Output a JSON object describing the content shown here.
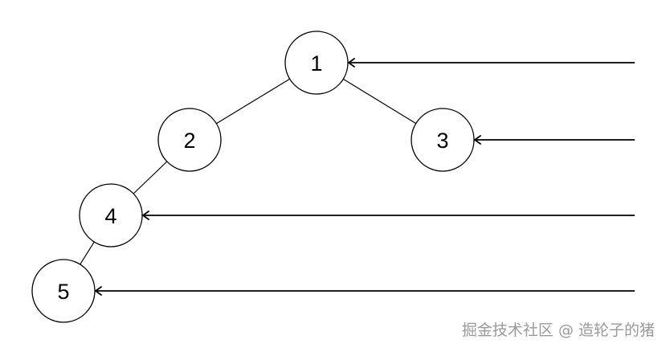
{
  "tree": {
    "nodes": [
      {
        "id": "1",
        "label": "1"
      },
      {
        "id": "2",
        "label": "2"
      },
      {
        "id": "3",
        "label": "3"
      },
      {
        "id": "4",
        "label": "4"
      },
      {
        "id": "5",
        "label": "5"
      }
    ],
    "edges": [
      {
        "from": "1",
        "to": "2"
      },
      {
        "from": "1",
        "to": "3"
      },
      {
        "from": "2",
        "to": "4"
      },
      {
        "from": "4",
        "to": "5"
      }
    ],
    "level_pointers": [
      {
        "level": 1,
        "points_to": "1"
      },
      {
        "level": 2,
        "points_to": "3"
      },
      {
        "level": 3,
        "points_to": "4"
      },
      {
        "level": 4,
        "points_to": "5"
      }
    ]
  },
  "colors": {
    "stroke": "#000000",
    "background": "#ffffff",
    "watermark": "#9a9a9a"
  },
  "watermark": {
    "text": "掘金技术社区 @ 造轮子的猪"
  }
}
